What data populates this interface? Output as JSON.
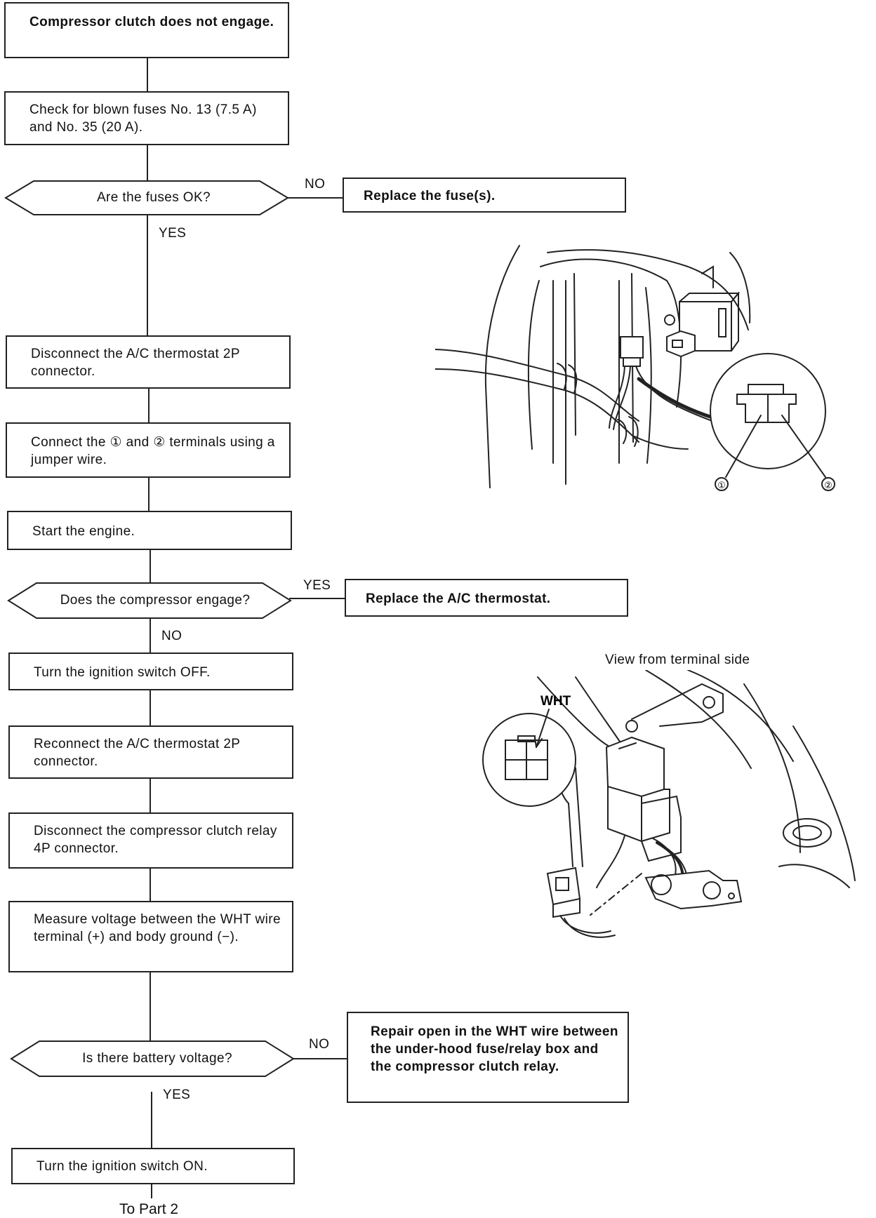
{
  "steps": {
    "s1": "Compressor clutch does not engage.",
    "s2": "Check for blown fuses No. 13 (7.5 A) and No. 35 (20 A).",
    "d1": "Are the fuses OK?",
    "r1": "Replace the fuse(s).",
    "s3": "Disconnect the A/C thermostat 2P connector.",
    "s4": "Connect the ① and ② terminals using a jumper wire.",
    "s5": "Start the engine.",
    "d2": "Does the compressor engage?",
    "r2": "Replace the A/C thermostat.",
    "s6": "Turn the ignition switch OFF.",
    "s7": "Reconnect the A/C thermostat 2P connector.",
    "s8": "Disconnect the compressor clutch relay 4P connector.",
    "s9": "Measure voltage between the WHT wire terminal (+) and body ground (−).",
    "d3": "Is there battery voltage?",
    "r3": "Repair open in the WHT wire between the under-hood fuse/relay box and the compressor clutch relay.",
    "s10": "Turn the ignition switch ON.",
    "footer": "To Part 2"
  },
  "branch_labels": {
    "d1_no": "NO",
    "d1_yes": "YES",
    "d2_yes": "YES",
    "d2_no": "NO",
    "d3_no": "NO",
    "d3_yes": "YES"
  },
  "figure1": {
    "terminal_1": "①",
    "terminal_2": "②"
  },
  "figure2": {
    "caption": "View from terminal side",
    "wire_label": "WHT"
  }
}
